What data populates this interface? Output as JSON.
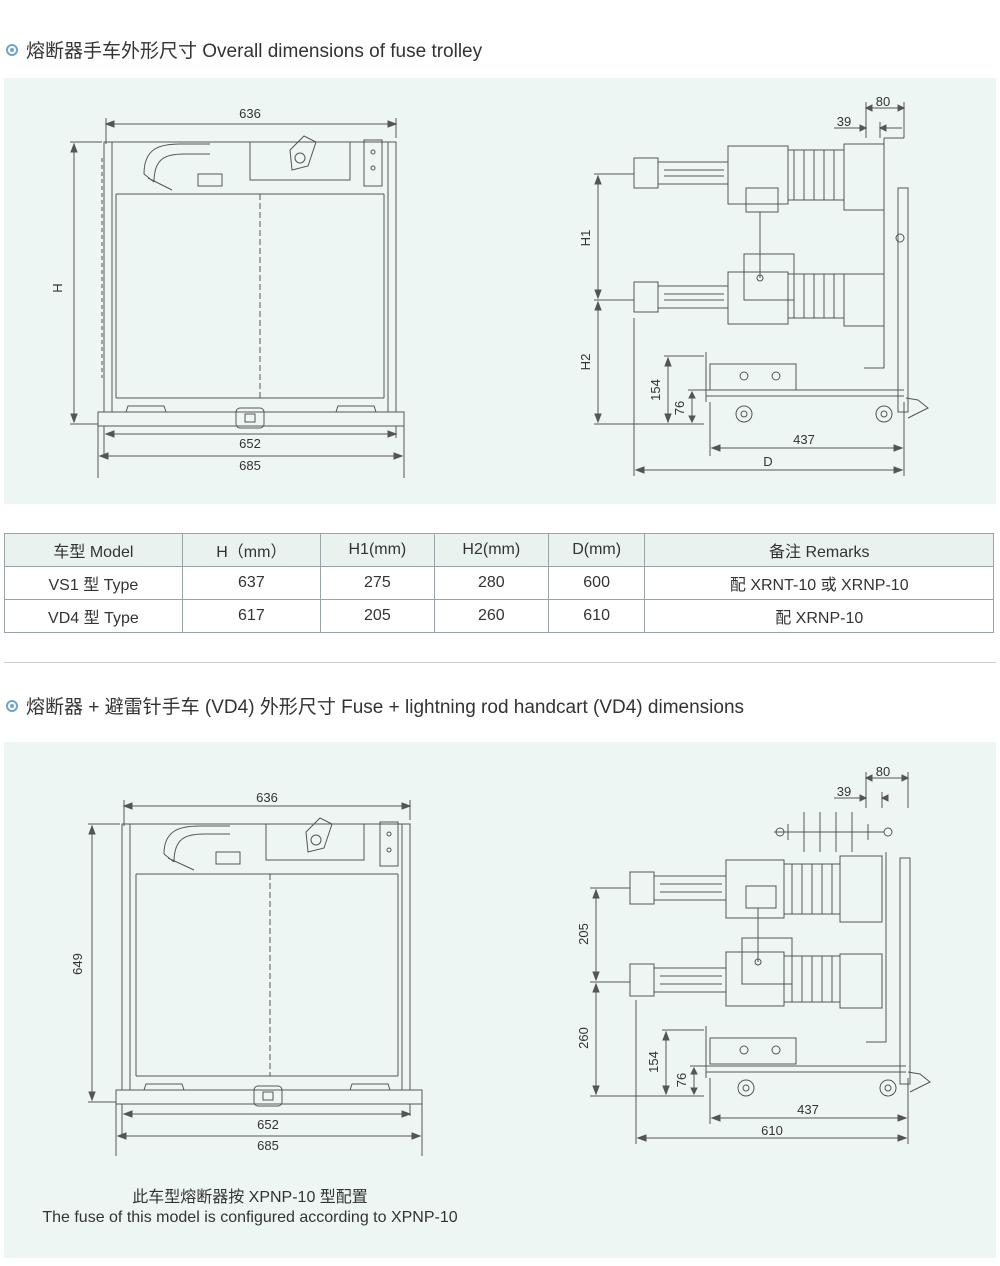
{
  "section1": {
    "title": "熔断器手车外形尺寸 Overall dimensions of fuse trolley"
  },
  "section2": {
    "title": "熔断器 + 避雷针手车 (VD4) 外形尺寸 Fuse + lightning rod handcart (VD4) dimensions"
  },
  "drawing1": {
    "front": {
      "width_top": "636",
      "height": "H",
      "width_base": "652",
      "width_total": "685"
    },
    "side": {
      "dim_80": "80",
      "dim_39": "39",
      "h1": "H1",
      "h2": "H2",
      "dim_154": "154",
      "dim_76": "76",
      "dim_437": "437",
      "depth": "D"
    }
  },
  "drawing2": {
    "front": {
      "width_top": "636",
      "height": "649",
      "width_base": "652",
      "width_total": "685"
    },
    "side": {
      "dim_80": "80",
      "dim_39": "39",
      "h1": "205",
      "h2": "260",
      "dim_154": "154",
      "dim_76": "76",
      "dim_437": "437",
      "depth": "610"
    }
  },
  "table": {
    "headers": [
      "车型 Model",
      "H（mm）",
      "H1(mm)",
      "H2(mm)",
      "D(mm)",
      "备注 Remarks"
    ],
    "rows": [
      [
        "VS1 型 Type",
        "637",
        "275",
        "280",
        "600",
        "配 XRNT-10 或 XRNP-10"
      ],
      [
        "VD4 型 Type",
        "617",
        "205",
        "260",
        "610",
        "配 XRNP-10"
      ]
    ]
  },
  "note": {
    "line1": "此车型熔断器按 XPNP-10 型配置",
    "line2": "The fuse of this model is configured according to XPNP-10"
  },
  "colors": {
    "panel_bg": "#eef6f3",
    "line": "#555555",
    "bullet": "#6fa3c8",
    "table_border": "#9aa3a8"
  }
}
